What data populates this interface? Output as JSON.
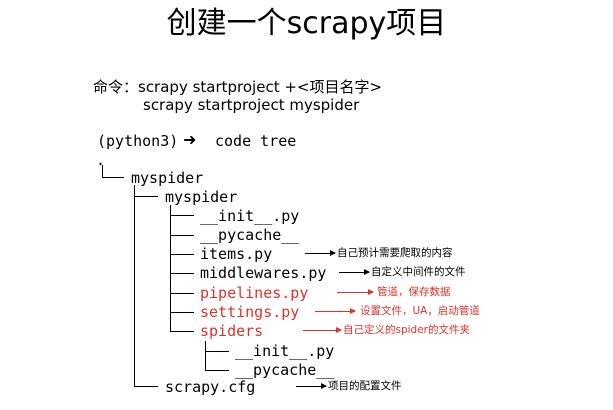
{
  "title": "创建一个scrapy项目",
  "command": {
    "line1": "命令：scrapy startproject +<项目名字>",
    "line2": "scrapy startproject myspider"
  },
  "tree_header": {
    "prefix": "(python3)",
    "arrow_icon": "right-arrow-icon",
    "command": "code tree"
  },
  "tree": {
    "root": ".",
    "project_dir": "myspider",
    "package_dir": "myspider",
    "files": [
      {
        "name": "__init__.py",
        "note": ""
      },
      {
        "name": "__pycache__",
        "note": ""
      },
      {
        "name": "items.py",
        "note": "自己预计需要爬取的内容"
      },
      {
        "name": "middlewares.py",
        "note": "自定义中间件的文件"
      },
      {
        "name": "pipelines.py",
        "note": "管道，保存数据"
      },
      {
        "name": "settings.py",
        "note": "设置文件，UA，启动管道"
      },
      {
        "name": "spiders",
        "note": "自己定义的spider的文件夹"
      }
    ],
    "spider_files": [
      {
        "name": "__init__.py"
      },
      {
        "name": "__pycache__"
      }
    ],
    "cfg": {
      "name": "scrapy.cfg",
      "note": "项目的配置文件"
    }
  },
  "colors": {
    "text": "#000000",
    "highlight": "#e0312a",
    "background": "#ffffff"
  }
}
